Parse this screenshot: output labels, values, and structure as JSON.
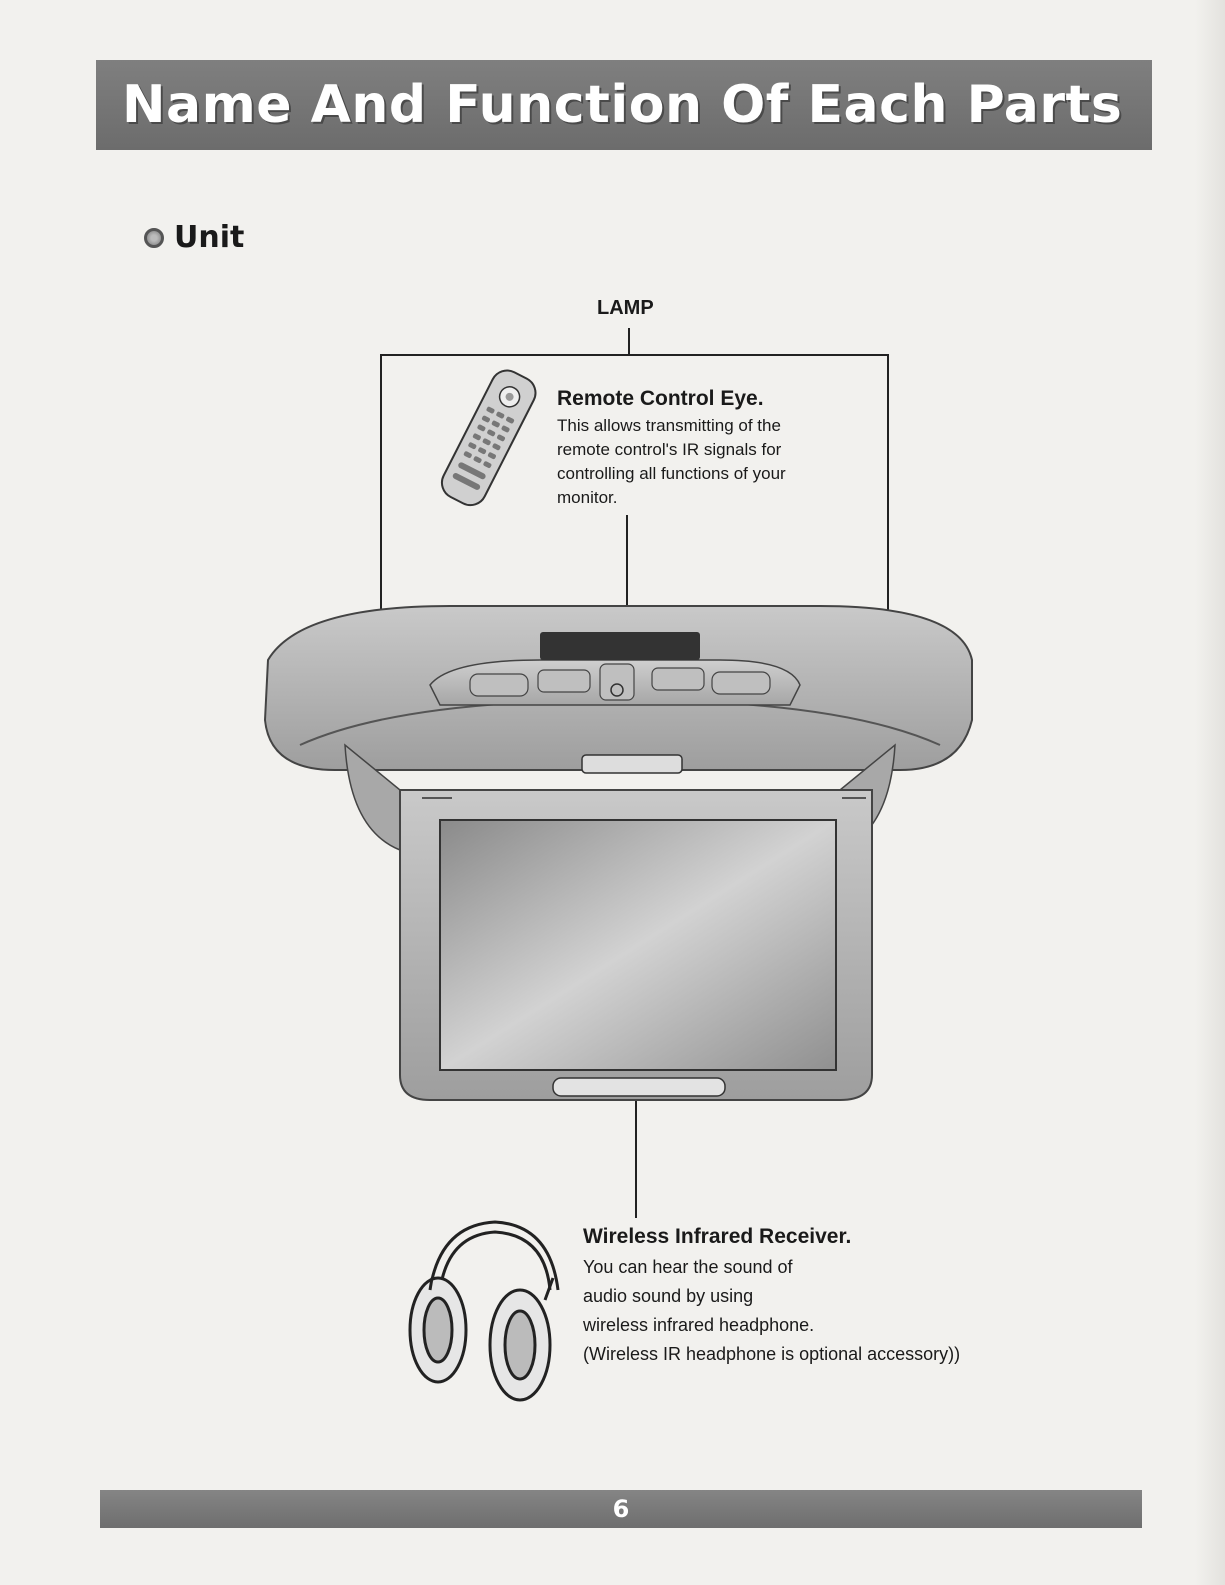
{
  "title": "Name And Function Of Each Parts",
  "section": {
    "title": "Unit"
  },
  "callouts": {
    "lamp": "LAMP",
    "remote_control_eye": {
      "title": "Remote Control Eye.",
      "lines": [
        "This allows transmitting of the",
        "remote control's IR signals for",
        "controlling all functions of your",
        "monitor."
      ]
    },
    "wireless_infrared_receiver": {
      "title": "Wireless Infrared Receiver.",
      "lines": [
        "You can hear the sound of",
        "audio sound by using",
        "wireless infrared headphone.",
        "(Wireless IR headphone is optional accessory))"
      ]
    }
  },
  "footer": {
    "page_number": "6"
  },
  "colors": {
    "title_bar": "#757575",
    "page_bg": "#f2f1ee",
    "device_body": "#b8b8b8"
  },
  "icons": [
    "bullet-icon",
    "remote-control-illustration",
    "headphone-illustration",
    "monitor-unit-illustration"
  ]
}
